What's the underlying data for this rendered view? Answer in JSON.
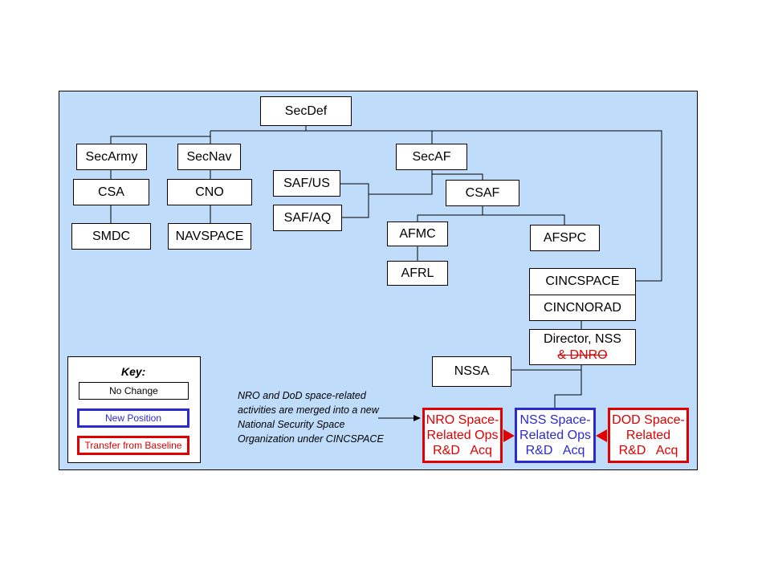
{
  "orgchart": {
    "secdef": "SecDef",
    "secarmy": "SecArmy",
    "secnav": "SecNav",
    "secaf": "SecAF",
    "csa": "CSA",
    "cno": "CNO",
    "smdc": "SMDC",
    "navspace": "NAVSPACE",
    "safus": "SAF/US",
    "safaq": "SAF/AQ",
    "csaf": "CSAF",
    "afmc": "AFMC",
    "afspc": "AFSPC",
    "afrl": "AFRL",
    "cincspace": "CINCSPACE",
    "cincnorad": "CINCNORAD",
    "director_line1": "Director, NSS",
    "director_line2": "& DNRO",
    "nssa": "NSSA",
    "nro_line1": "NRO Space-",
    "nro_line2": "Related Ops",
    "nro_line3": "R&D   Acq",
    "nss_line1": "NSS Space-",
    "nss_line2": "Related Ops",
    "nss_line3": "R&D   Acq",
    "dod_line1": "DOD Space-",
    "dod_line2": "Related",
    "dod_line3": "R&D   Acq"
  },
  "key": {
    "title": "Key:",
    "no_change": "No Change",
    "new_position": "New Position",
    "transfer": "Transfer from Baseline"
  },
  "note": {
    "line1": "NRO and DoD space-related",
    "line2": "activities are merged into a new",
    "line3": "National Security Space",
    "line4": "Organization under CINCSPACE"
  },
  "colors": {
    "background": "#bfdcfb",
    "new_position": "#2a2acf",
    "transfer": "#e00000"
  }
}
